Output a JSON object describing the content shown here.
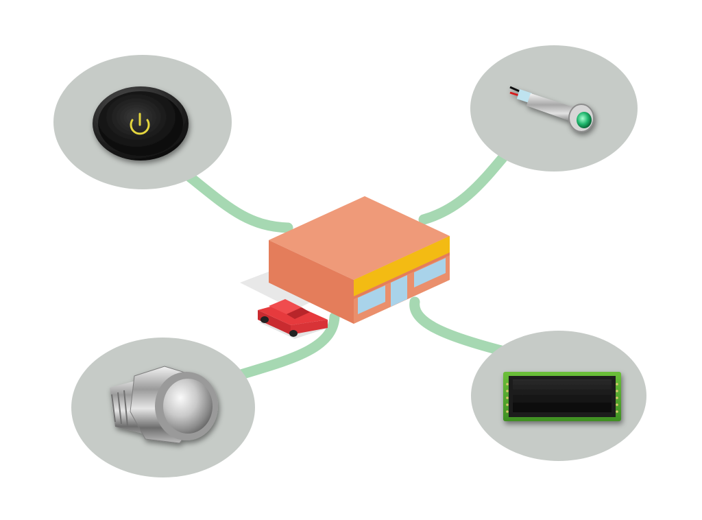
{
  "colors": {
    "background": "#ffffff",
    "bubble": "#c6cbc7",
    "connector": "#a6d8b2",
    "building_front": "#ea8f6c",
    "building_side": "#e47d5b",
    "building_roof": "#ef9a79",
    "awning": "#f3bb13",
    "window": "#a9d3ea",
    "car": "#e63a3d"
  },
  "hub": {
    "icon": "store-building-icon",
    "vehicle_icon": "car-icon"
  },
  "devices": [
    {
      "id": "power-button",
      "icon": "power-icon",
      "position": "top-left"
    },
    {
      "id": "indicator-led",
      "icon": "led-light-icon",
      "position": "top-right"
    },
    {
      "id": "metal-push-button",
      "icon": "push-button-icon",
      "position": "bottom-left"
    },
    {
      "id": "lcd-display",
      "icon": "lcd-screen-icon",
      "position": "bottom-right"
    }
  ]
}
